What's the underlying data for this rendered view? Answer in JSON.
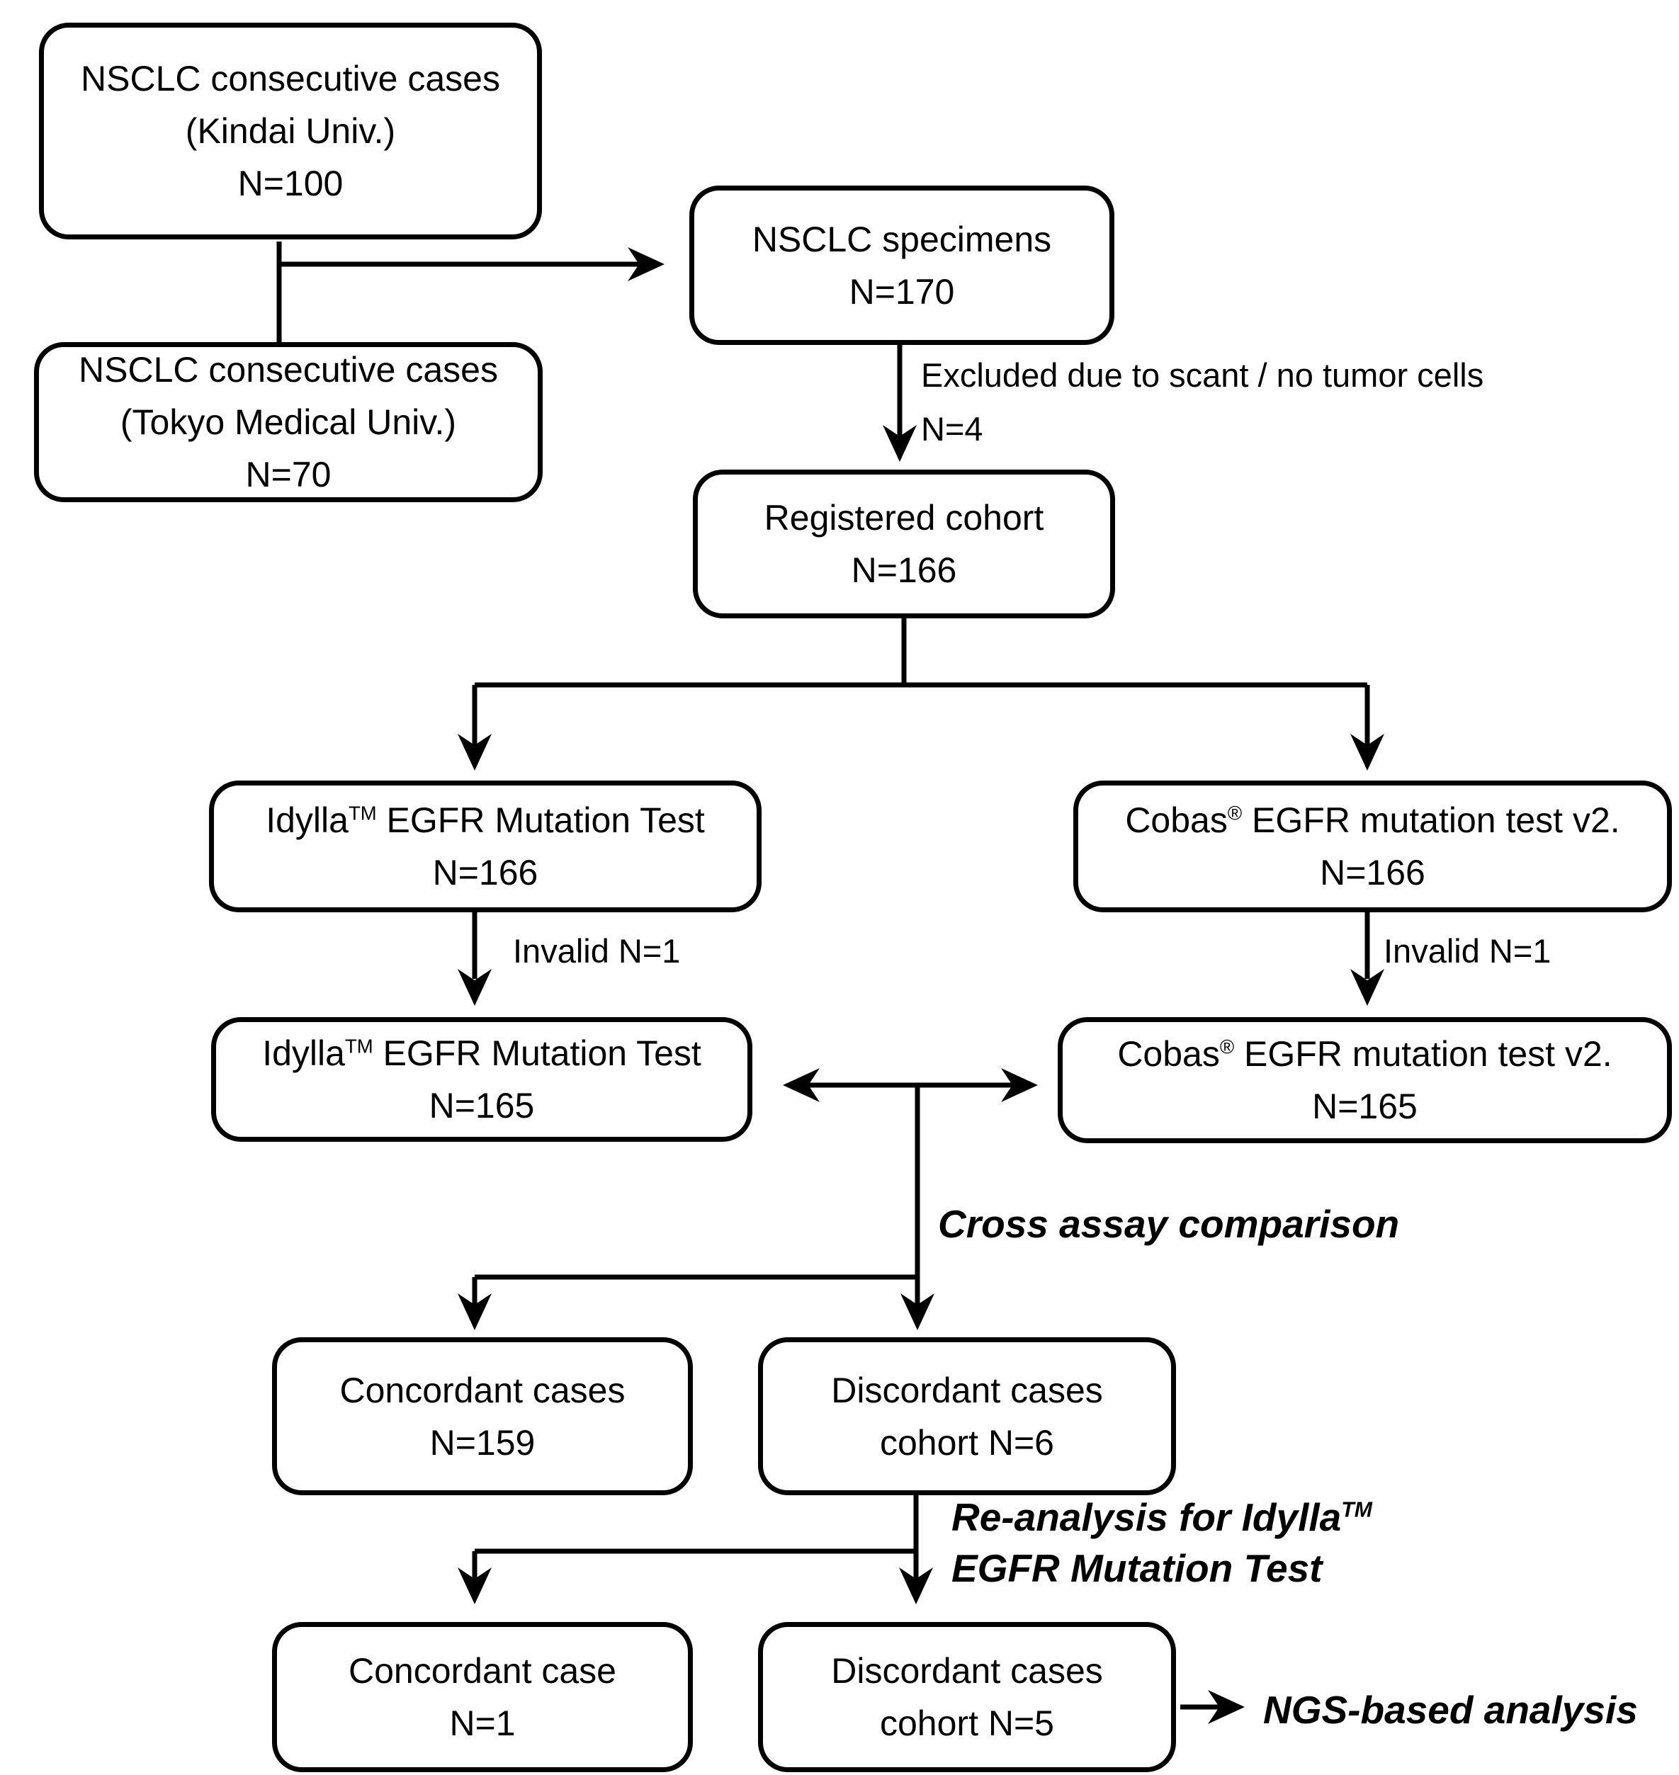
{
  "boxes": {
    "kindai": {
      "line1": "NSCLC consecutive cases",
      "line2": "(Kindai Univ.)",
      "line3": "N=100"
    },
    "tokyo": {
      "line1": "NSCLC consecutive cases",
      "line2": "(Tokyo Medical Univ.)",
      "line3": "N=70"
    },
    "specimens": {
      "line1": "NSCLC specimens",
      "line2": "N=170"
    },
    "registered": {
      "line1": "Registered cohort",
      "line2": "N=166"
    },
    "idylla_initial": {
      "name": "Idylla",
      "sup": "TM",
      "rest": " EGFR Mutation Test",
      "n": "N=166"
    },
    "cobas_initial": {
      "name": "Cobas",
      "sup": "®",
      "rest": " EGFR mutation test v2.",
      "n": "N=166"
    },
    "idylla_valid": {
      "name": "Idylla",
      "sup": "TM",
      "rest": " EGFR Mutation Test",
      "n": "N=165"
    },
    "cobas_valid": {
      "name": "Cobas",
      "sup": "®",
      "rest": " EGFR mutation test v2.",
      "n": "N=165"
    },
    "concordant": {
      "line1": "Concordant cases",
      "line2": "N=159"
    },
    "discordant": {
      "line1": "Discordant cases",
      "line2": "cohort N=6"
    },
    "concordant_final": {
      "line1": "Concordant case",
      "line2": "N=1"
    },
    "discordant_final": {
      "line1": "Discordant cases",
      "line2": "cohort N=5"
    }
  },
  "labels": {
    "excluded_line1": "Excluded due to scant / no tumor cells",
    "excluded_line2": "N=4",
    "invalid_left": "Invalid N=1",
    "invalid_right": "Invalid N=1",
    "cross_assay": "Cross assay comparison",
    "reanalysis_pre": "Re-analysis for Idylla",
    "reanalysis_sup": "TM",
    "reanalysis_line2": "EGFR Mutation Test",
    "ngs": "NGS-based analysis"
  },
  "colors": {
    "line": "#000000",
    "box_border": "#000000",
    "text": "#000000",
    "background": "#ffffff"
  }
}
